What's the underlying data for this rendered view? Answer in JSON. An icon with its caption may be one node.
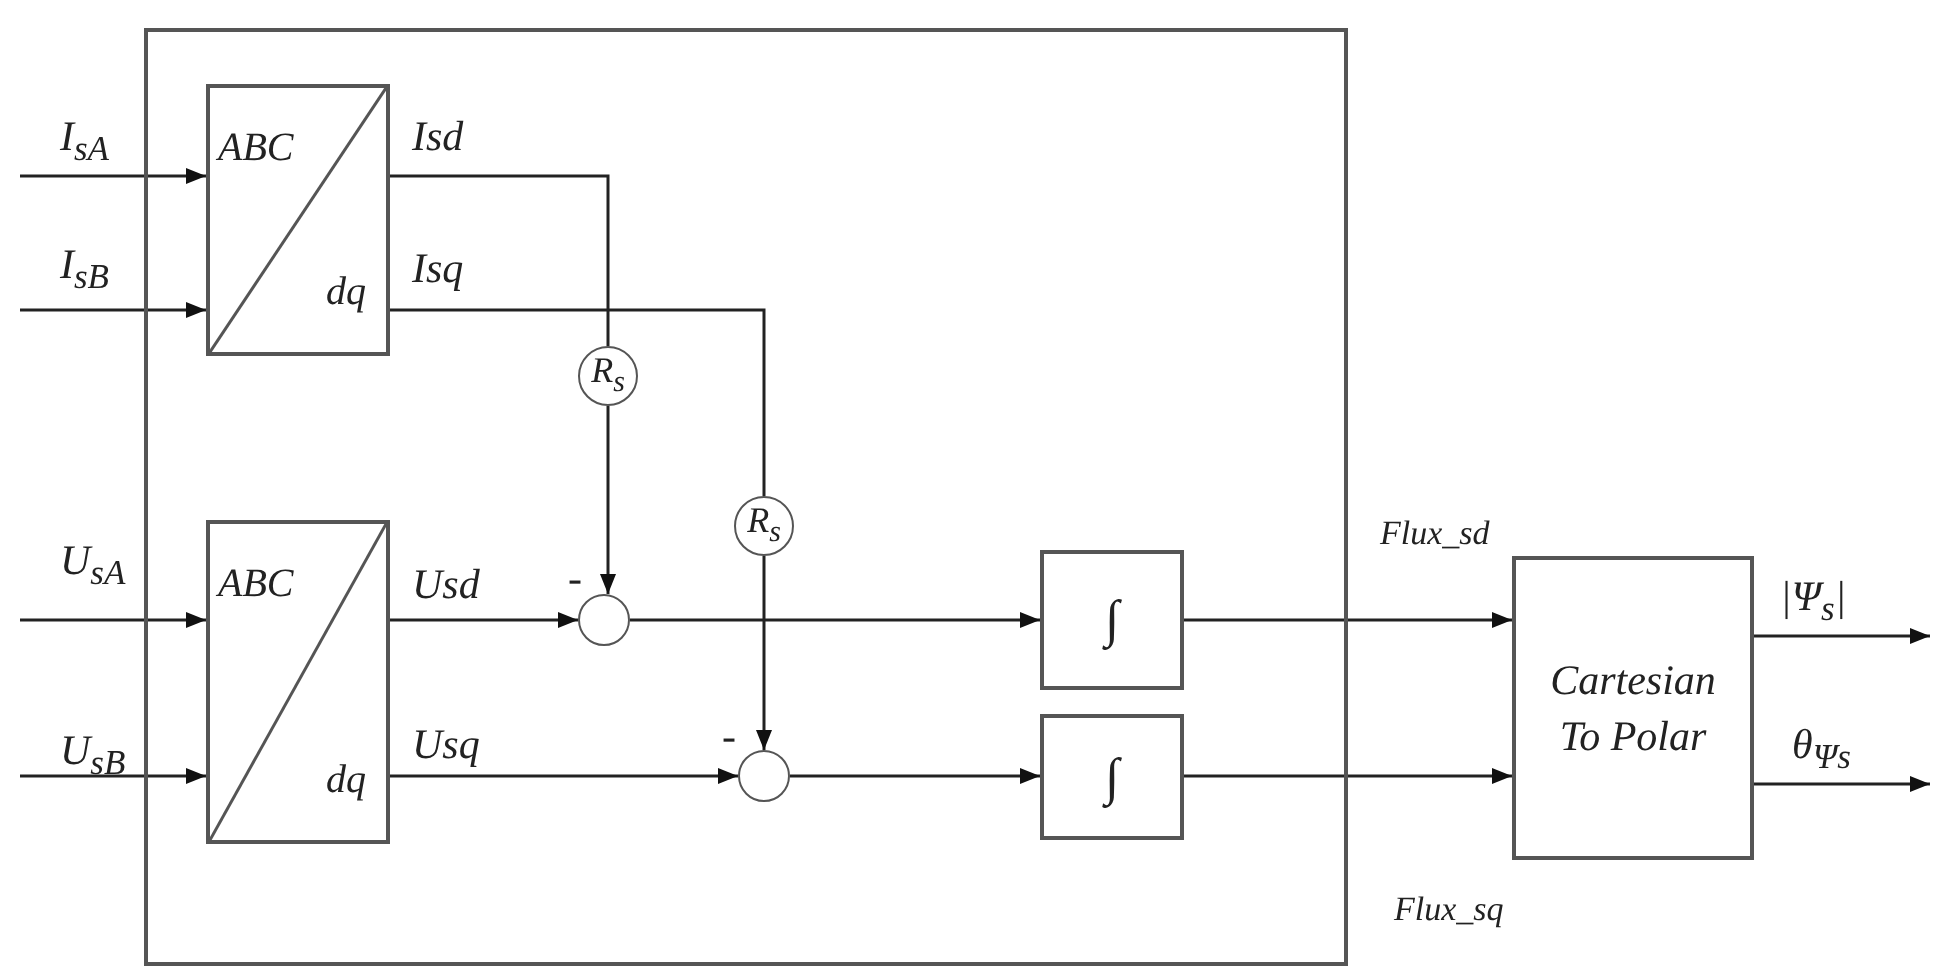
{
  "diagram": {
    "nodes": [
      {
        "text": [],
        "shape": "box"
      },
      {
        "text": [
          "ABC",
          "dq"
        ],
        "in": 0
      },
      {
        "text": [
          "ABC",
          "dq"
        ],
        "in": 0
      },
      {
        "text": [
          "R$_{s}$"
        ],
        "in": 0
      },
      {
        "text": [
          "R$_{s}$"
        ],
        "in": 0
      },
      {
        "text": [],
        "shape": "circle",
        "in": 0
      },
      {
        "text": [],
        "shape": "circle",
        "in": 0
      },
      {
        "text": [
          "∫"
        ],
        "in": 0
      },
      {
        "text": [
          "∫"
        ],
        "in": 0
      },
      {
        "text": [
          "Cartesian To Polar"
        ]
      }
    ],
    "edges": [
      {
        "from": null,
        "to": 1,
        "arrow": "to",
        "label": "I$_{sA}$"
      },
      {
        "from": null,
        "to": 1,
        "arrow": "to",
        "label": "I$_{sB}$"
      },
      {
        "from": null,
        "to": 2,
        "arrow": "to",
        "label": "U$_{sA}$"
      },
      {
        "from": null,
        "to": 2,
        "arrow": "to",
        "label": "U$_{sB}$"
      },
      {
        "from": 1,
        "to": 3,
        "arrow": "none",
        "label": "Isd"
      },
      {
        "from": 1,
        "to": 4,
        "arrow": "none",
        "label": "Isq"
      },
      {
        "from": 3,
        "to": 5,
        "arrow": "to",
        "label": "-"
      },
      {
        "from": 4,
        "to": 6,
        "arrow": "to",
        "label": "-"
      },
      {
        "from": 2,
        "to": 5,
        "arrow": "to",
        "label": "Usd"
      },
      {
        "from": 2,
        "to": 6,
        "arrow": "to",
        "label": "Usq"
      },
      {
        "from": 5,
        "to": 7,
        "arrow": "to"
      },
      {
        "from": 6,
        "to": 8,
        "arrow": "to"
      },
      {
        "from": 7,
        "to": 9,
        "arrow": "to",
        "label": "Flux_sd"
      },
      {
        "from": 8,
        "to": 9,
        "arrow": "to",
        "label": "Flux_sq"
      },
      {
        "from": 9,
        "to": null,
        "arrow": "to",
        "label": "|Ψ$_{s}$|"
      },
      {
        "from": 9,
        "to": null,
        "arrow": "to",
        "label": "θ$_{Ψs}$"
      }
    ]
  }
}
